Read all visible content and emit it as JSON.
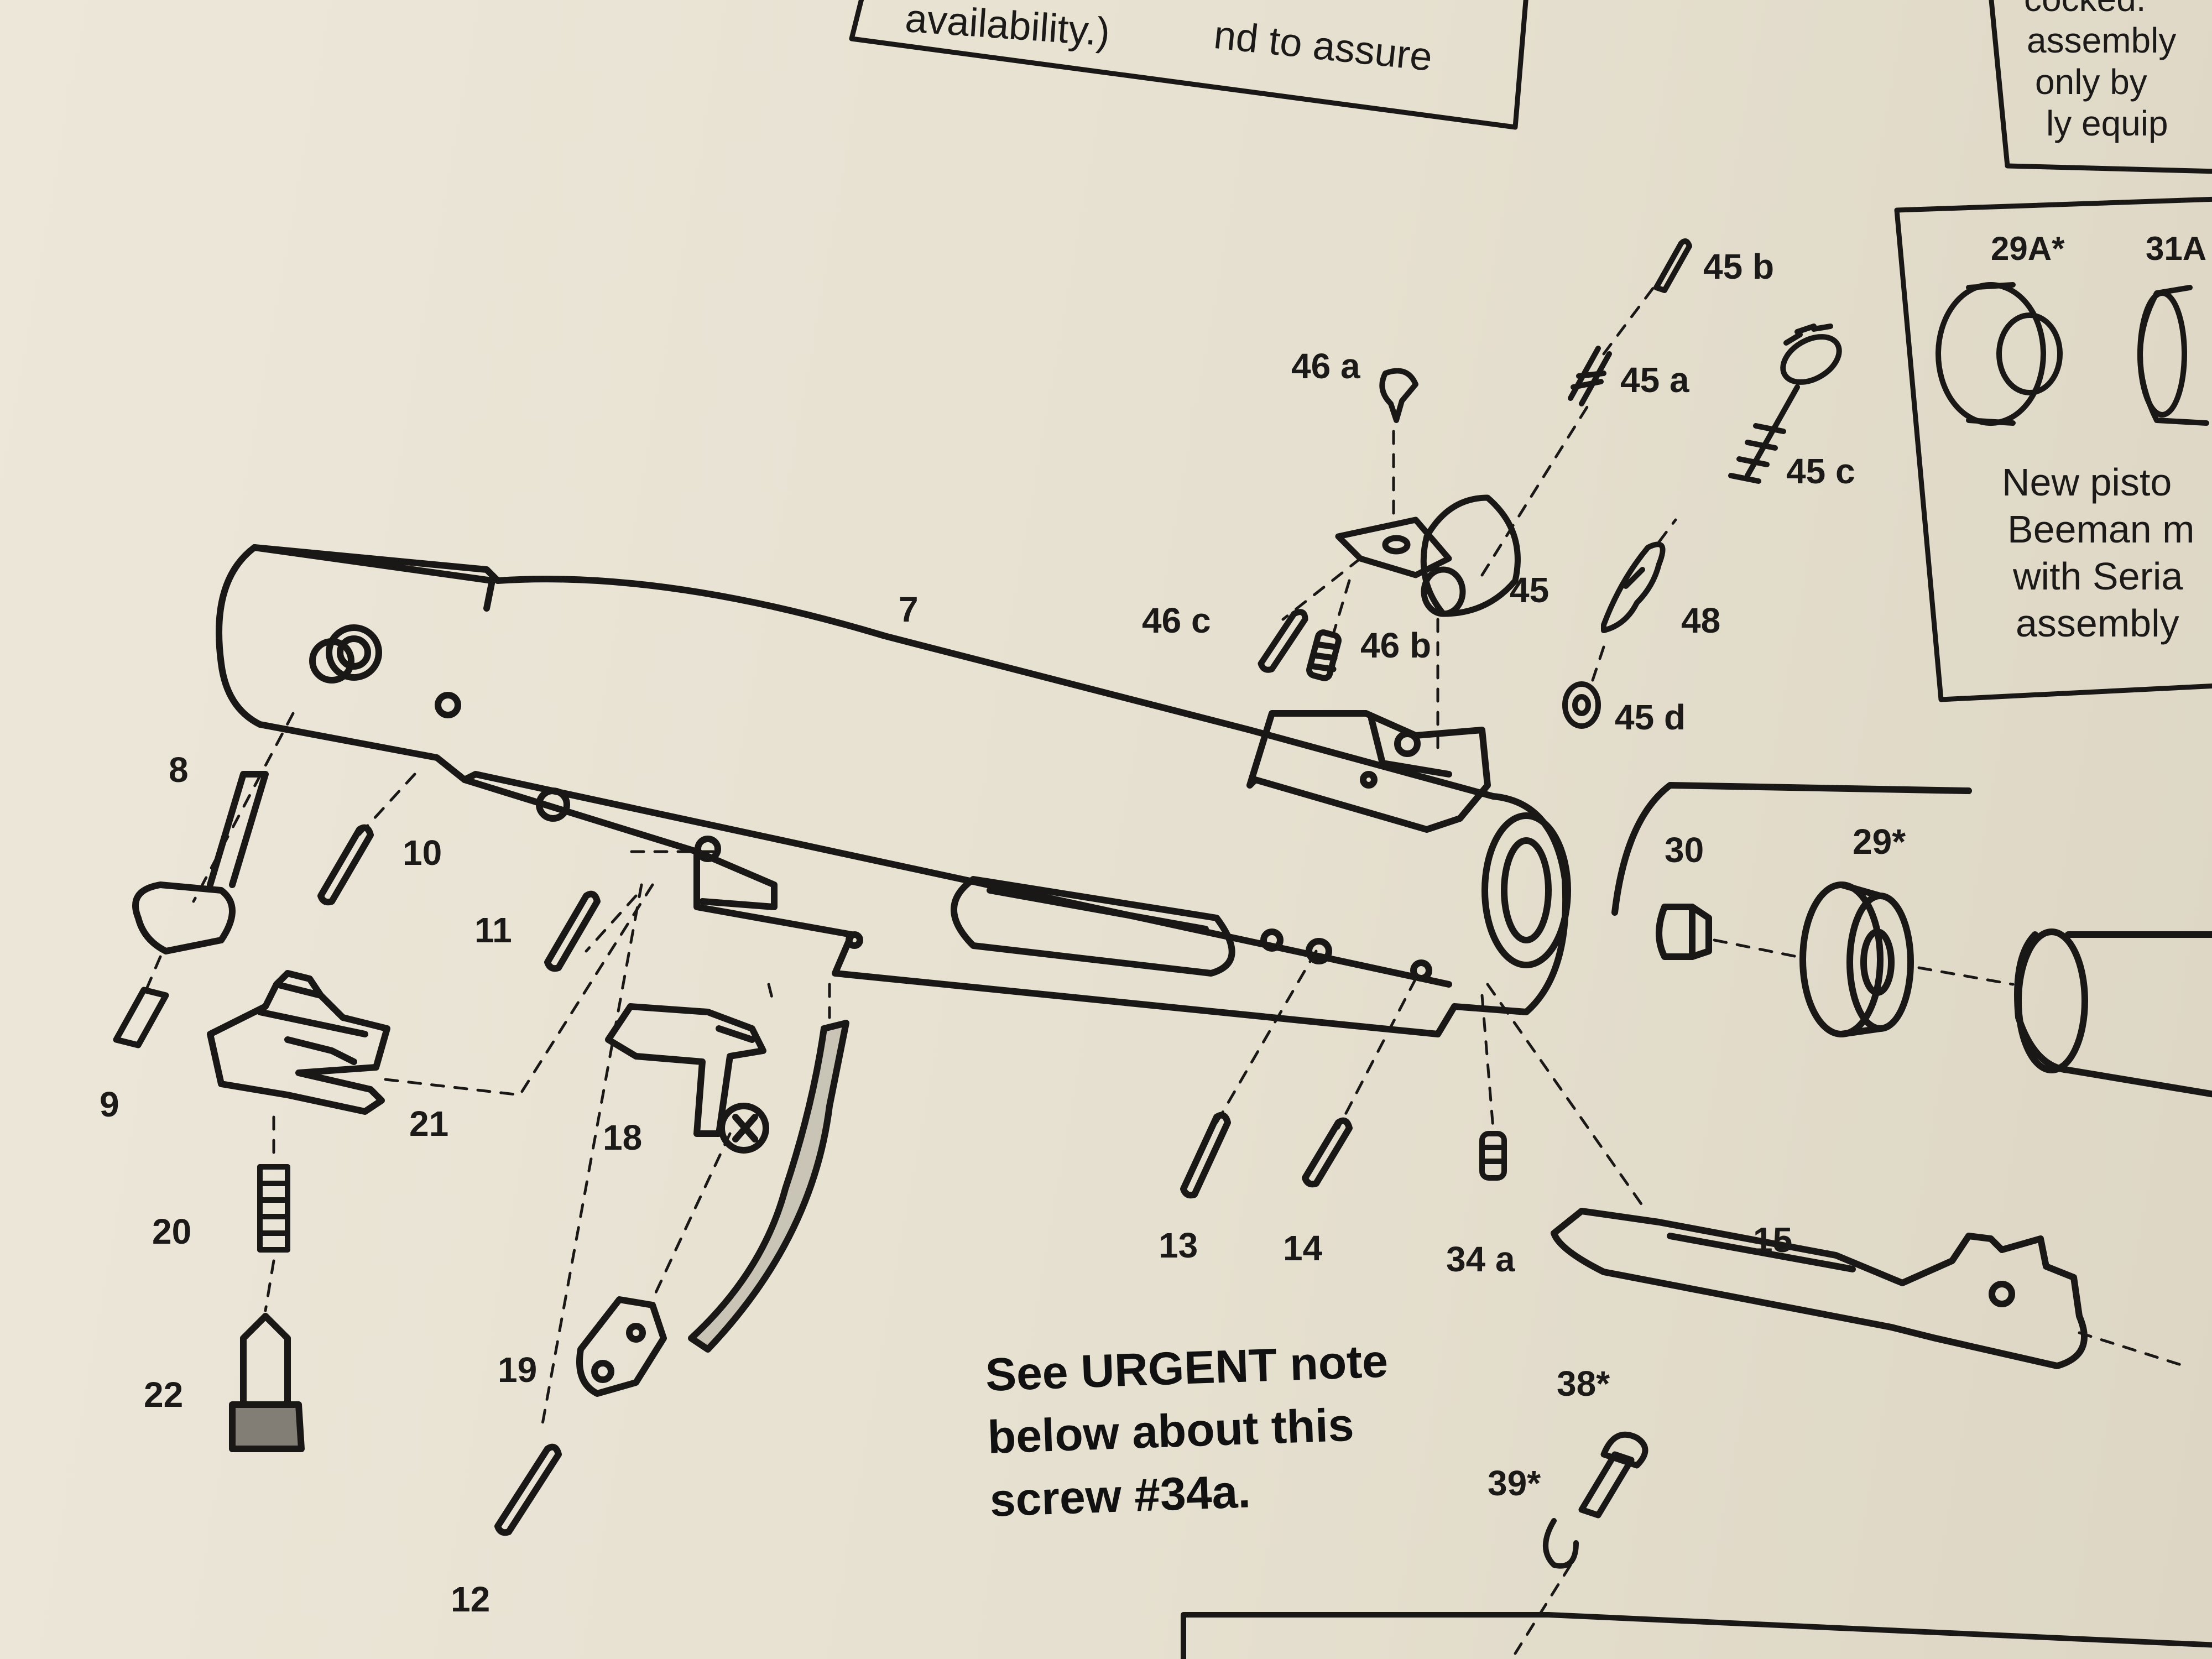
{
  "top_note": {
    "line1": "availability.)",
    "line2": "nd to assure"
  },
  "right_note": {
    "lines": [
      "cocked.",
      "assembly",
      "only by",
      "ly equip"
    ]
  },
  "inset": {
    "part_a": "29A*",
    "part_b": "31A",
    "lines": [
      "New pisto",
      "Beeman m",
      "with Seria",
      "assembly"
    ]
  },
  "labels": {
    "p7": "7",
    "p8": "8",
    "p9": "9",
    "p10": "10",
    "p11": "11",
    "p12": "12",
    "p13": "13",
    "p14": "14",
    "p15": "15",
    "p18": "18",
    "p19": "19",
    "p20": "20",
    "p21": "21",
    "p22": "22",
    "p29": "29*",
    "p30": "30",
    "p34a": "34 a",
    "p38": "38*",
    "p39": "39*",
    "p45": "45",
    "p45a": "45 a",
    "p45b": "45 b",
    "p45c": "45 c",
    "p45d": "45 d",
    "p46a": "46 a",
    "p46b": "46 b",
    "p46c": "46 c",
    "p48": "48"
  },
  "note": {
    "lines": [
      "See URGENT note",
      "below about this",
      "screw #34a."
    ]
  }
}
